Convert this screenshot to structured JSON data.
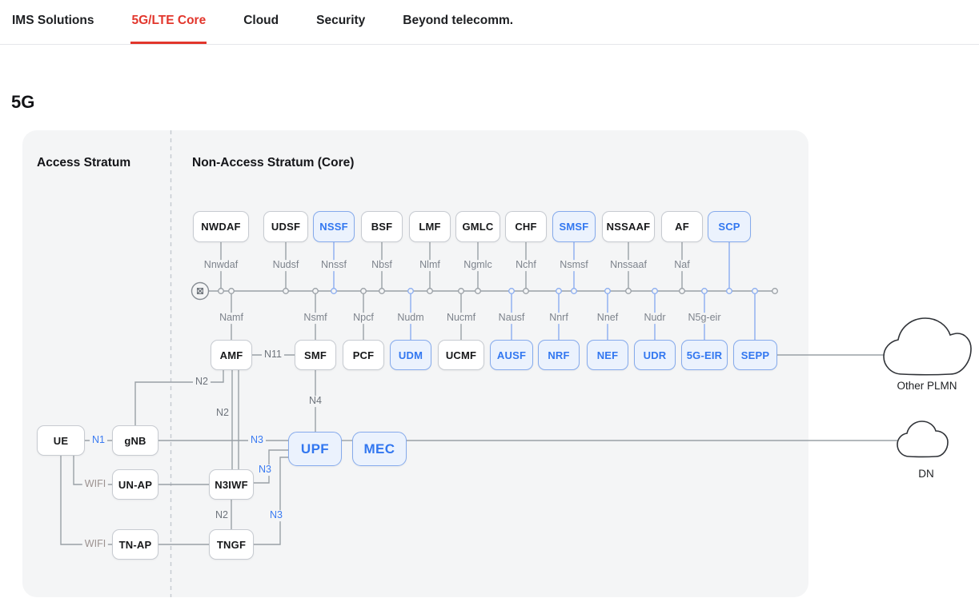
{
  "nav": {
    "tabs": [
      {
        "label": "IMS Solutions",
        "active": false
      },
      {
        "label": "5G/LTE Core",
        "active": true
      },
      {
        "label": "Cloud",
        "active": false
      },
      {
        "label": "Security",
        "active": false
      },
      {
        "label": "Beyond telecomm.",
        "active": false
      }
    ]
  },
  "page": {
    "title": "5G"
  },
  "diagram": {
    "sections": {
      "access": "Access Stratum",
      "core": "Non-Access Stratum (Core)"
    },
    "colors": {
      "accent_red": "#e2362c",
      "blue_text": "#3277f0",
      "blue_border": "#85aaec",
      "blue_fill": "#ebf2fd",
      "gray_line": "#9aa0a6",
      "blue_line": "#8badf0",
      "panel_bg": "#f4f5f6"
    },
    "bus_icon": "mesh-interconnect-icon",
    "nodes": [
      {
        "id": "nwdaf",
        "label": "NWDAF",
        "variant": "plain"
      },
      {
        "id": "udsf",
        "label": "UDSF",
        "variant": "plain"
      },
      {
        "id": "nssf",
        "label": "NSSF",
        "variant": "blue"
      },
      {
        "id": "bsf",
        "label": "BSF",
        "variant": "plain"
      },
      {
        "id": "lmf",
        "label": "LMF",
        "variant": "plain"
      },
      {
        "id": "gmlc",
        "label": "GMLC",
        "variant": "plain"
      },
      {
        "id": "chf",
        "label": "CHF",
        "variant": "plain"
      },
      {
        "id": "smsf",
        "label": "SMSF",
        "variant": "blue"
      },
      {
        "id": "nssaaf",
        "label": "NSSAAF",
        "variant": "plain"
      },
      {
        "id": "af",
        "label": "AF",
        "variant": "plain"
      },
      {
        "id": "scp",
        "label": "SCP",
        "variant": "blue"
      },
      {
        "id": "amf",
        "label": "AMF",
        "variant": "plain"
      },
      {
        "id": "smf",
        "label": "SMF",
        "variant": "plain"
      },
      {
        "id": "pcf",
        "label": "PCF",
        "variant": "plain"
      },
      {
        "id": "udm",
        "label": "UDM",
        "variant": "blue"
      },
      {
        "id": "ucmf",
        "label": "UCMF",
        "variant": "plain"
      },
      {
        "id": "ausf",
        "label": "AUSF",
        "variant": "blue"
      },
      {
        "id": "nrf",
        "label": "NRF",
        "variant": "blue"
      },
      {
        "id": "nef",
        "label": "NEF",
        "variant": "blue"
      },
      {
        "id": "udr",
        "label": "UDR",
        "variant": "blue"
      },
      {
        "id": "geir",
        "label": "5G-EIR",
        "variant": "blue"
      },
      {
        "id": "sepp",
        "label": "SEPP",
        "variant": "blue"
      },
      {
        "id": "ue",
        "label": "UE",
        "variant": "plain"
      },
      {
        "id": "gnb",
        "label": "gNB",
        "variant": "plain"
      },
      {
        "id": "unap",
        "label": "UN-AP",
        "variant": "plain"
      },
      {
        "id": "n3iwf",
        "label": "N3IWF",
        "variant": "plain"
      },
      {
        "id": "tnap",
        "label": "TN-AP",
        "variant": "plain"
      },
      {
        "id": "tngf",
        "label": "TNGF",
        "variant": "plain"
      },
      {
        "id": "upf",
        "label": "UPF",
        "variant": "blue-lg"
      },
      {
        "id": "mec",
        "label": "MEC",
        "variant": "blue-lg"
      }
    ],
    "sbi_labels": [
      {
        "id": "nnwdaf",
        "text": "Nnwdaf"
      },
      {
        "id": "nudsf",
        "text": "Nudsf"
      },
      {
        "id": "nnssf",
        "text": "Nnssf"
      },
      {
        "id": "nbsf",
        "text": "Nbsf"
      },
      {
        "id": "nlmf",
        "text": "Nlmf"
      },
      {
        "id": "ngmlc",
        "text": "Ngmlc"
      },
      {
        "id": "nchf",
        "text": "Nchf"
      },
      {
        "id": "nsmsf",
        "text": "Nsmsf"
      },
      {
        "id": "nnssaaf",
        "text": "Nnssaaf"
      },
      {
        "id": "naf",
        "text": "Naf"
      },
      {
        "id": "namf",
        "text": "Namf"
      },
      {
        "id": "nsmf",
        "text": "Nsmf"
      },
      {
        "id": "npcf",
        "text": "Npcf"
      },
      {
        "id": "nudm",
        "text": "Nudm"
      },
      {
        "id": "nucmf",
        "text": "Nucmf"
      },
      {
        "id": "nausf",
        "text": "Nausf"
      },
      {
        "id": "nnrf",
        "text": "Nnrf"
      },
      {
        "id": "nnef",
        "text": "Nnef"
      },
      {
        "id": "nudr",
        "text": "Nudr"
      },
      {
        "id": "n5geir",
        "text": "N5g-eir"
      }
    ],
    "edge_labels": [
      {
        "id": "n1",
        "text": "N1",
        "tone": "blue"
      },
      {
        "id": "n11",
        "text": "N11",
        "tone": "gray"
      },
      {
        "id": "n2_gnb",
        "text": "N2",
        "tone": "gray"
      },
      {
        "id": "n2_amf",
        "text": "N2",
        "tone": "gray"
      },
      {
        "id": "n2_tngf",
        "text": "N2",
        "tone": "gray"
      },
      {
        "id": "n4",
        "text": "N4",
        "tone": "gray"
      },
      {
        "id": "n3_gnb",
        "text": "N3",
        "tone": "blue"
      },
      {
        "id": "n3_n3iwf",
        "text": "N3",
        "tone": "blue"
      },
      {
        "id": "n3_tngf",
        "text": "N3",
        "tone": "blue"
      },
      {
        "id": "wifi_un",
        "text": "WIFI",
        "tone": "wifi"
      },
      {
        "id": "wifi_tn",
        "text": "WIFI",
        "tone": "wifi"
      }
    ],
    "clouds": [
      {
        "id": "other_plmn",
        "label": "Other PLMN"
      },
      {
        "id": "dn",
        "label": "DN"
      }
    ]
  }
}
